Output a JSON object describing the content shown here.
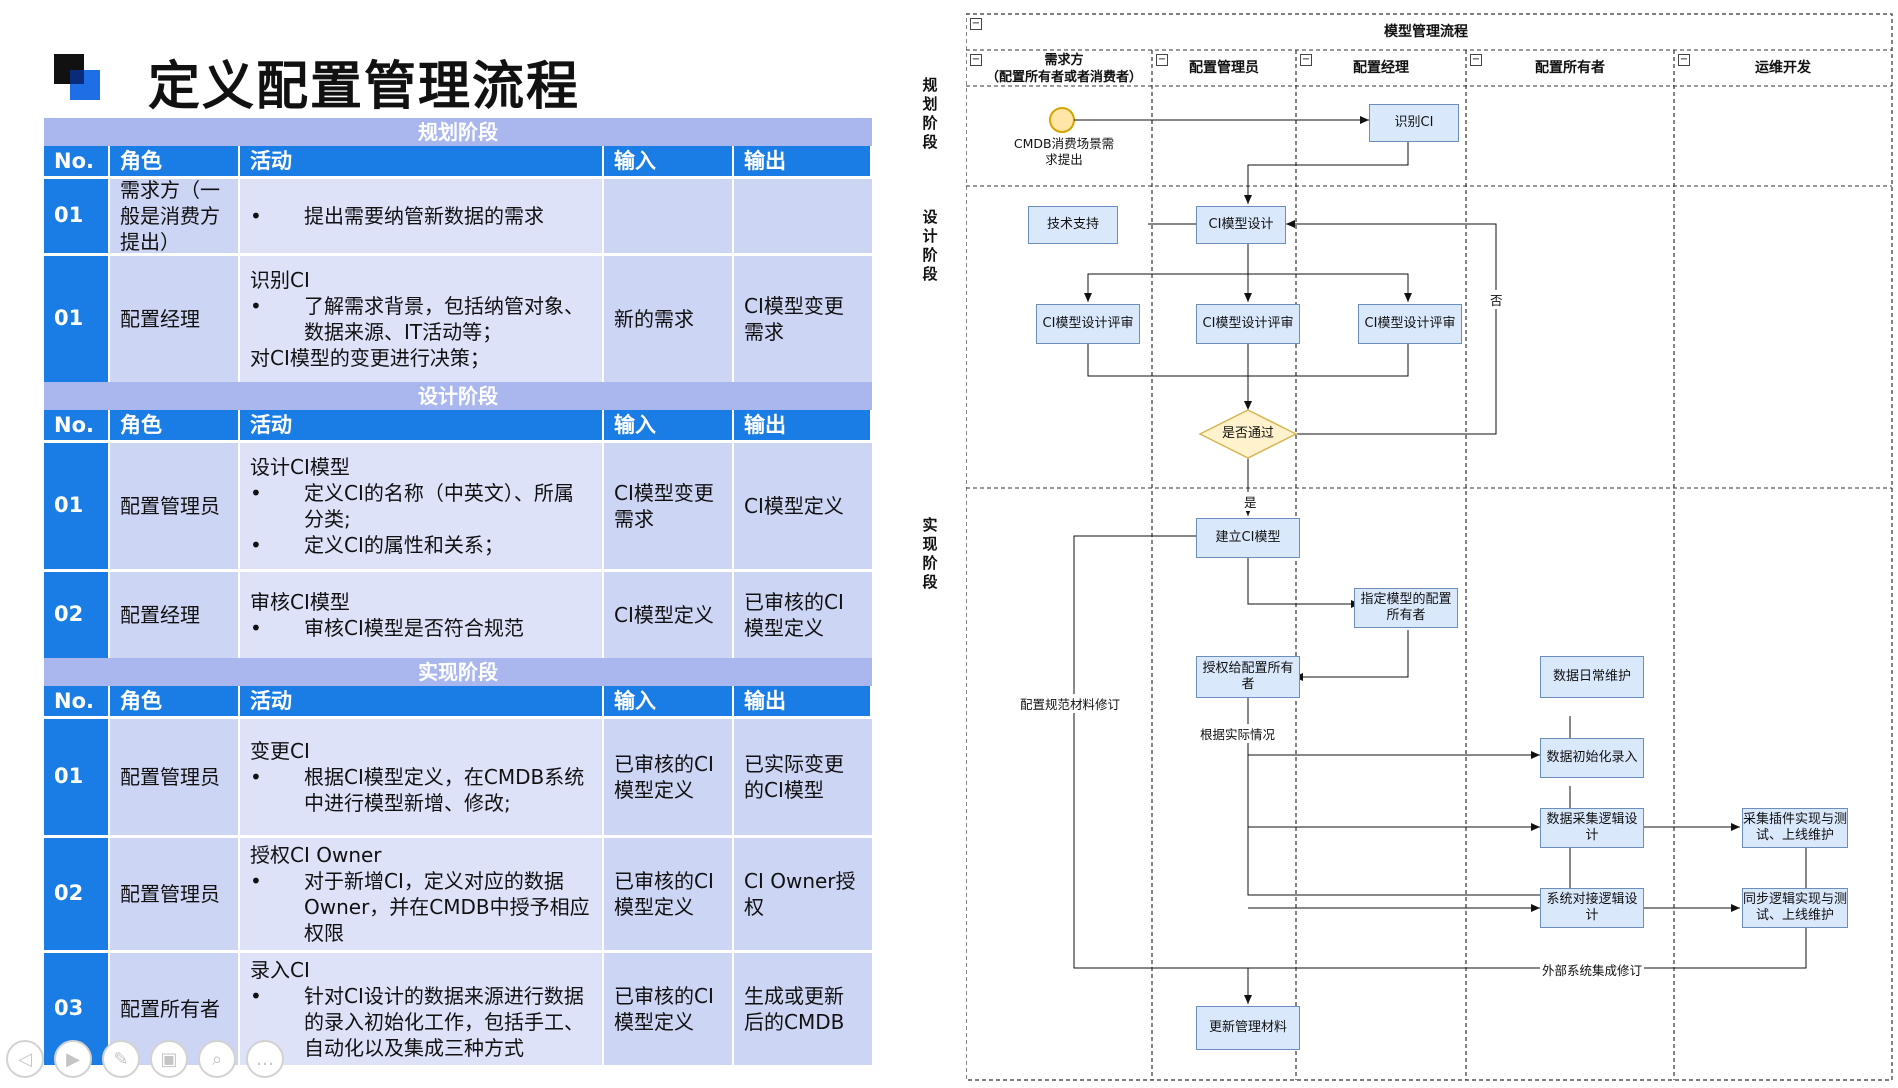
{
  "page_title": "定义配置管理流程",
  "table": {
    "headers": [
      "No.",
      "角色",
      "活动",
      "输入",
      "输出"
    ],
    "phases": [
      {
        "name": "规划阶段",
        "rows": [
          {
            "no": "01",
            "role": "需求方（一般是消费方提出）",
            "activity_title": "",
            "bullets": [
              "提出需要纳管新数据的需求"
            ],
            "activity_footer": "",
            "input": "",
            "output": ""
          },
          {
            "no": "01",
            "role": "配置经理",
            "activity_title": "识别CI",
            "bullets": [
              "了解需求背景，包括纳管对象、数据来源、IT活动等；"
            ],
            "activity_footer": "对CI模型的变更进行决策；",
            "input": "新的需求",
            "output": "CI模型变更需求"
          }
        ]
      },
      {
        "name": "设计阶段",
        "rows": [
          {
            "no": "01",
            "role": "配置管理员",
            "activity_title": "设计CI模型",
            "bullets": [
              "定义CI的名称（中英文）、所属分类;",
              "定义CI的属性和关系；"
            ],
            "activity_footer": "",
            "input": "CI模型变更需求",
            "output": "CI模型定义"
          },
          {
            "no": "02",
            "role": "配置经理",
            "activity_title": "审核CI模型",
            "bullets": [
              "审核CI模型是否符合规范"
            ],
            "activity_footer": "",
            "input": "CI模型定义",
            "output": "已审核的CI模型定义"
          }
        ]
      },
      {
        "name": "实现阶段",
        "rows": [
          {
            "no": "01",
            "role": "配置管理员",
            "activity_title": "变更CI",
            "bullets": [
              "根据CI模型定义，在CMDB系统中进行模型新增、修改;"
            ],
            "activity_footer": "",
            "input": "已审核的CI模型定义",
            "output": "已实际变更的CI模型"
          },
          {
            "no": "02",
            "role": "配置管理员",
            "activity_title": "授权CI Owner",
            "bullets": [
              "对于新增CI，定义对应的数据Owner，并在CMDB中授予相应权限"
            ],
            "activity_footer": "",
            "input": "已审核的CI模型定义",
            "output": "CI Owner授权"
          },
          {
            "no": "03",
            "role": "配置所有者",
            "activity_title": "录入CI",
            "bullets": [
              "针对CI设计的数据来源进行数据的录入初始化工作，包括手工、自动化以及集成三种方式"
            ],
            "activity_footer": "",
            "input": "已审核的CI模型定义",
            "output": "生成或更新后的CMDB"
          }
        ]
      }
    ]
  },
  "nav_icons": [
    "prev-icon",
    "play-icon",
    "pen-icon",
    "slides-icon",
    "zoom-icon",
    "more-icon"
  ],
  "flow": {
    "title": "模型管理流程",
    "lanes": [
      "需求方\n（配置所有者或者消费者）",
      "配置管理员",
      "配置经理",
      "配置所有者",
      "运维开发"
    ],
    "stages": [
      "规划阶段",
      "设计阶段",
      "实现阶段"
    ],
    "nodes": {
      "start_label": "CMDB消费场景需求提出",
      "identify_ci": "识别CI",
      "tech_support": "技术支持",
      "ci_design": "CI模型设计",
      "review1": "CI模型设计评审",
      "review2": "CI模型设计评审",
      "review3": "CI模型设计评审",
      "decision": "是否通过",
      "build_ci": "建立CI模型",
      "assign_owner": "指定模型的配置所有者",
      "grant_owner": "授权给配置所有者",
      "daily_maint": "数据日常维护",
      "init_entry": "数据初始化录入",
      "collect_design": "数据采集逻辑设计",
      "integrate_design": "系统对接逻辑设计",
      "collect_impl": "采集插件实现与测试、上线维护",
      "sync_impl": "同步逻辑实现与测试、上线维护",
      "update_docs": "更新管理材料"
    },
    "edge_labels": {
      "no": "否",
      "yes": "是",
      "spec_revise": "配置规范材料修订",
      "by_actual": "根据实际情况",
      "ext_revise": "外部系统集成修订"
    }
  }
}
